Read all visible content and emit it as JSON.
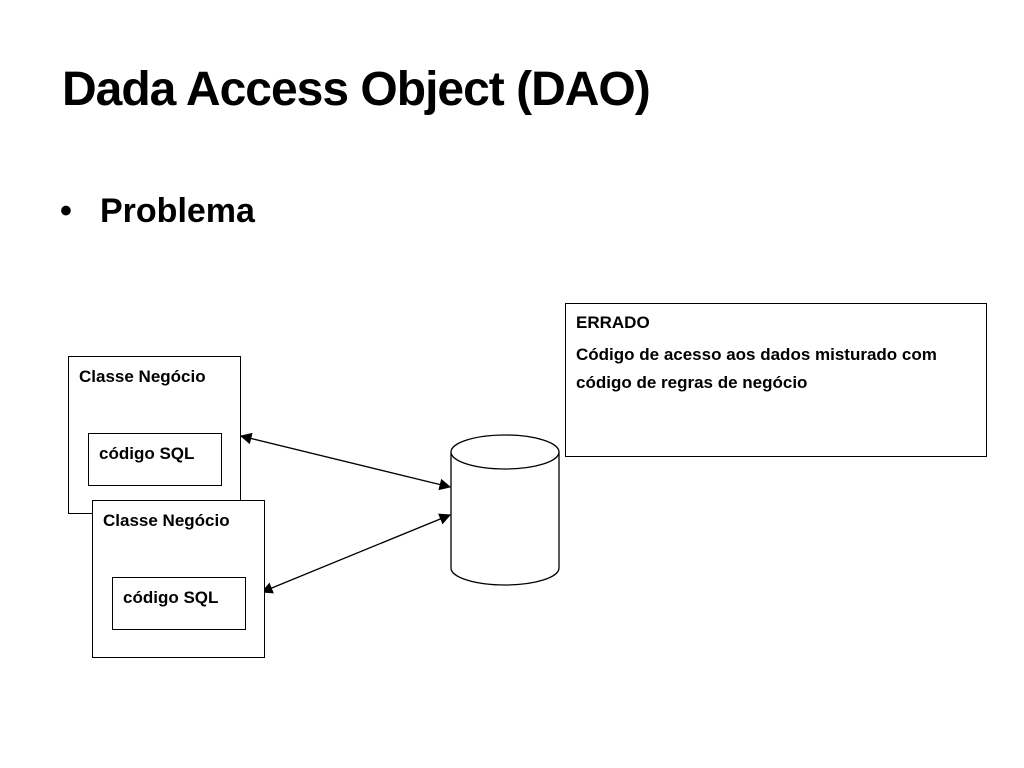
{
  "slide": {
    "title": "Dada Access Object (DAO)",
    "bullet_symbol": "•",
    "bullet": "Problema"
  },
  "diagram": {
    "class_boxes": [
      {
        "label": "Classe Negócio",
        "sql_label": "código SQL"
      },
      {
        "label": "Classe Negócio",
        "sql_label": "código SQL"
      }
    ],
    "note": {
      "title": "ERRADO",
      "text": "Código de acesso aos dados misturado com código de regras de negócio"
    }
  },
  "colors": {
    "line": "#000000",
    "background": "#ffffff"
  }
}
